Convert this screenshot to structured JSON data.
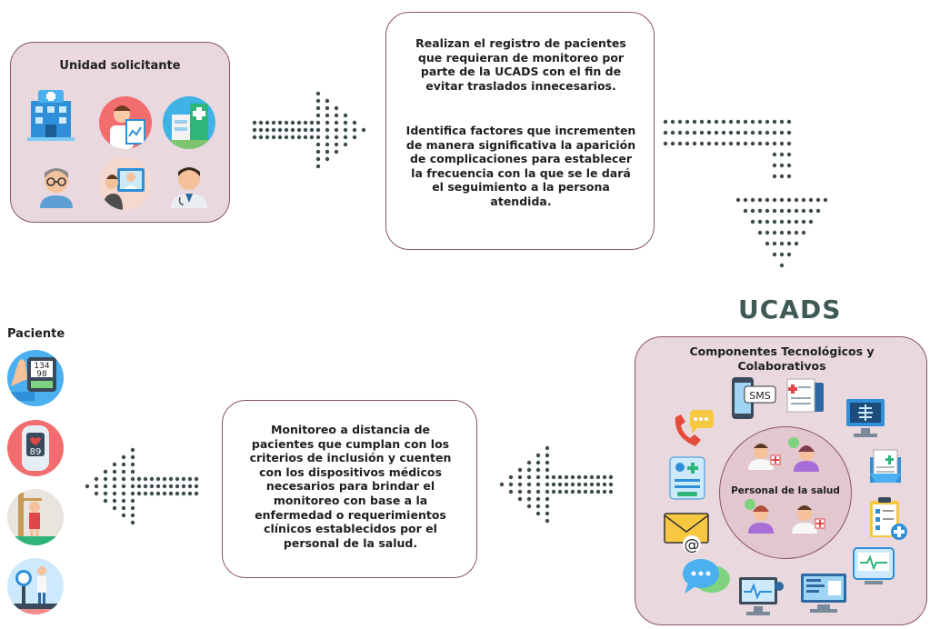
{
  "unit": {
    "title": "Unidad solicitante",
    "icons": [
      "hospital-building-icon",
      "doctor-with-chart-icon",
      "clinic-building-icon",
      "man-with-glasses-icon",
      "telemedicine-consult-icon",
      "doctor-icon"
    ]
  },
  "registro": {
    "para1": "Realizan el registro de pacientes que requieran de monitoreo por parte de la UCADS con el fin de evitar traslados innecesarios.",
    "para2": "Identifica factores que incrementen de manera significativa la aparición de complicaciones para establecer la frecuencia con la que se le dará el seguimiento a la persona atendida."
  },
  "ucads": {
    "title": "UCADS"
  },
  "componentes": {
    "title": "Componentes Tecnológicos y Colaborativos",
    "center": "Personal de la salud",
    "icons": [
      "sms-phone-icon",
      "medical-report-icon",
      "xray-monitor-icon",
      "phone-call-icon",
      "medical-record-icon",
      "prescription-icon",
      "email-icon",
      "checklist-icon",
      "chat-bubbles-icon",
      "telemedicine-monitor-icon",
      "computer-icon",
      "vital-monitor-icon"
    ]
  },
  "paciente": {
    "title": "Paciente",
    "icons": [
      "blood-pressure-icon",
      "pulse-oximeter-icon",
      "height-measure-icon",
      "weight-scale-icon"
    ]
  },
  "monitoreo": {
    "text": "Monitoreo a distancia de pacientes que cumplan con los criterios de inclusión y cuenten con los dispositivos médicos necesarios para brindar el monitoreo con base a la enfermedad o requerimientos clínicos establecidos por el personal de la salud."
  },
  "colors": {
    "box_fill": "#e9d8dd",
    "box_border": "#8a5560",
    "arrow_dots": "#3d4b4e",
    "ucads": "#3f5a56"
  }
}
